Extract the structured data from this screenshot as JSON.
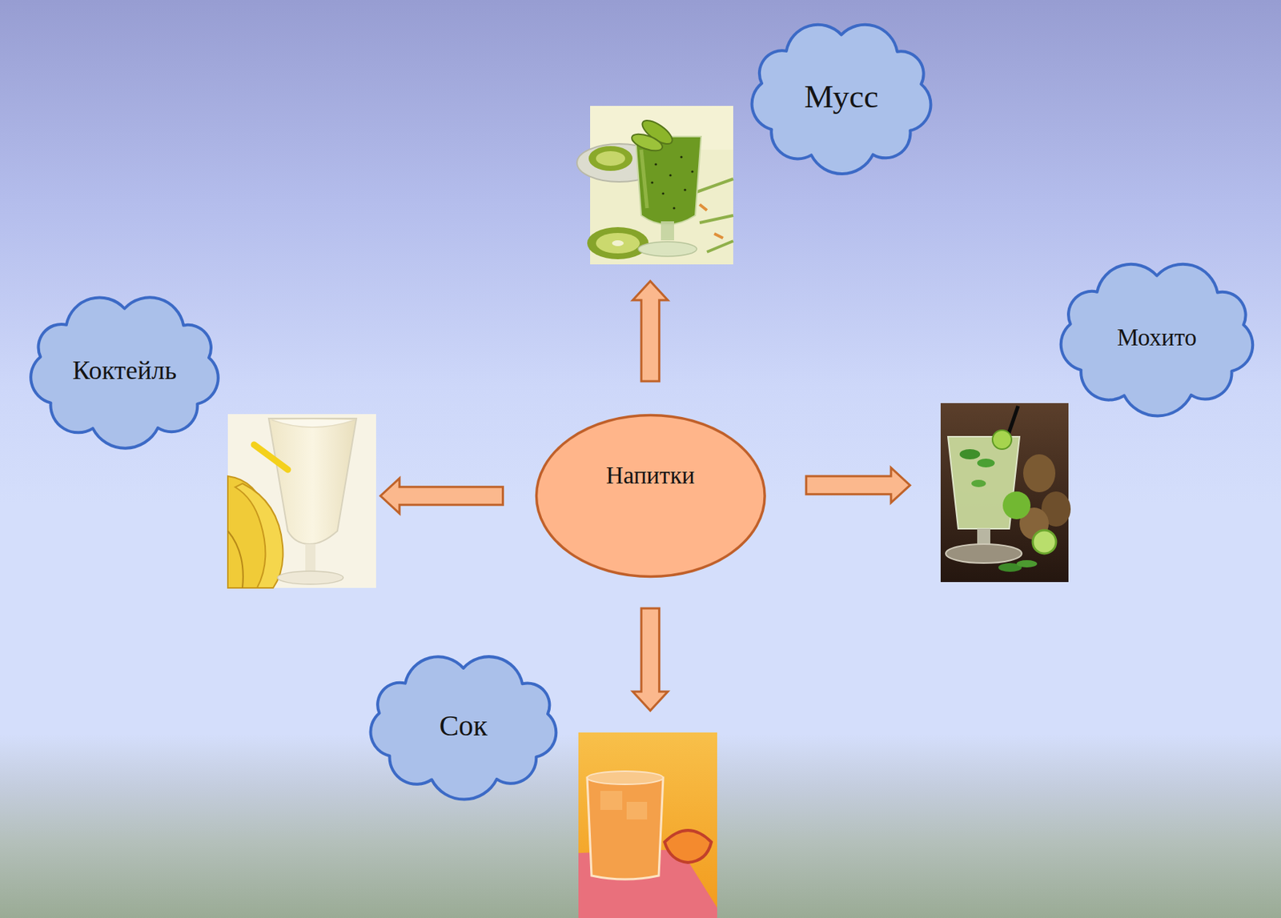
{
  "diagram": {
    "nodes": [
      {
        "text": [
          "Мусс"
        ]
      },
      {
        "text": [
          "Мохито"
        ]
      },
      {
        "text": [
          "Коктейль"
        ]
      },
      {
        "text": [
          "Напитки"
        ]
      },
      {
        "text": [
          "Сок"
        ]
      }
    ],
    "edges": [
      {
        "from": 3,
        "to": 0,
        "arrow": "to"
      },
      {
        "from": 3,
        "to": 1,
        "arrow": "to"
      },
      {
        "from": 3,
        "to": 2,
        "arrow": "to"
      },
      {
        "from": 3,
        "to": 4,
        "arrow": "to"
      }
    ]
  }
}
